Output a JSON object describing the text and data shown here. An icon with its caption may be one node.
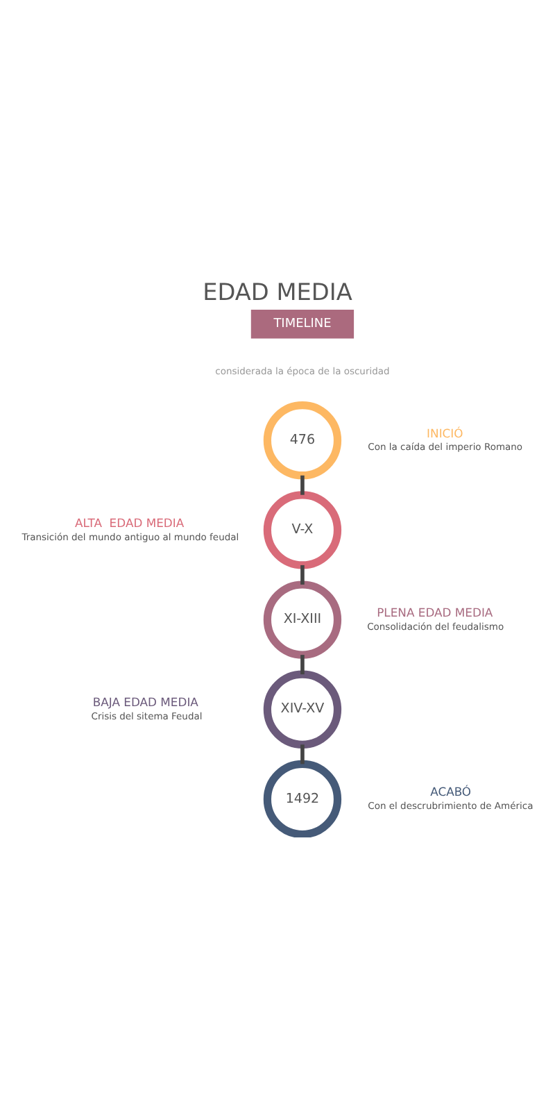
{
  "diagram": {
    "title": "EDAD MEDIA",
    "nodes": [
      {
        "text": [
          "TIMELINE"
        ]
      },
      {
        "text": [
          "476"
        ],
        "beside": [
          "INICIÓ",
          "Con la caída del imperio Romano"
        ]
      },
      {
        "text": [
          "V-X"
        ],
        "beside": [
          "ALTA  EDAD MEDIA",
          "Transición del mundo antiguo al mundo feudal"
        ]
      },
      {
        "text": [
          "XI-XIII"
        ],
        "beside": [
          "PLENA EDAD MEDIA",
          "Consolidación del feudalismo"
        ]
      },
      {
        "text": [
          "XIV-XV"
        ],
        "beside": [
          "BAJA EDAD MEDIA",
          "Crisis del sitema Feudal"
        ]
      },
      {
        "text": [
          "1492"
        ],
        "beside": [
          "ACABÓ",
          "Con el descrubrimiento de América"
        ]
      }
    ],
    "edges": [
      {
        "from": 1,
        "to": 2,
        "arrow": "none"
      },
      {
        "from": 2,
        "to": 3,
        "arrow": "none"
      },
      {
        "from": 3,
        "to": 4,
        "arrow": "none"
      },
      {
        "from": 4,
        "to": 5,
        "arrow": "none"
      }
    ],
    "labels": [
      "considerada la época de la oscuridad"
    ]
  }
}
